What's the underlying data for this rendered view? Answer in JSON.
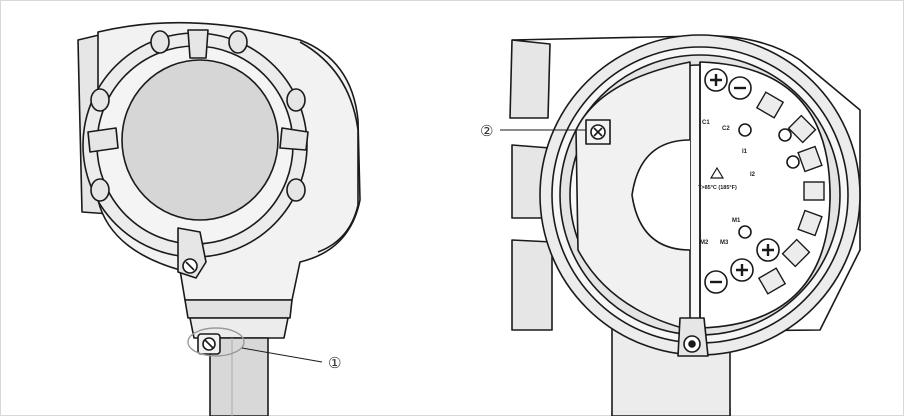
{
  "figure": {
    "callouts": [
      "①",
      "②"
    ],
    "terminal_labels": {
      "c1": "C1",
      "c2": "C2",
      "i1": "I1",
      "i2": "I2",
      "m1": "M1",
      "m3": "M3",
      "m2": "M2"
    },
    "warning_text": "T>85°C (185°F)",
    "colors": {
      "frame": "#d8d8d8",
      "housing_fill": "#f2f2f2",
      "shade": "#d6d6d6",
      "stroke": "#1a1a1a"
    }
  }
}
